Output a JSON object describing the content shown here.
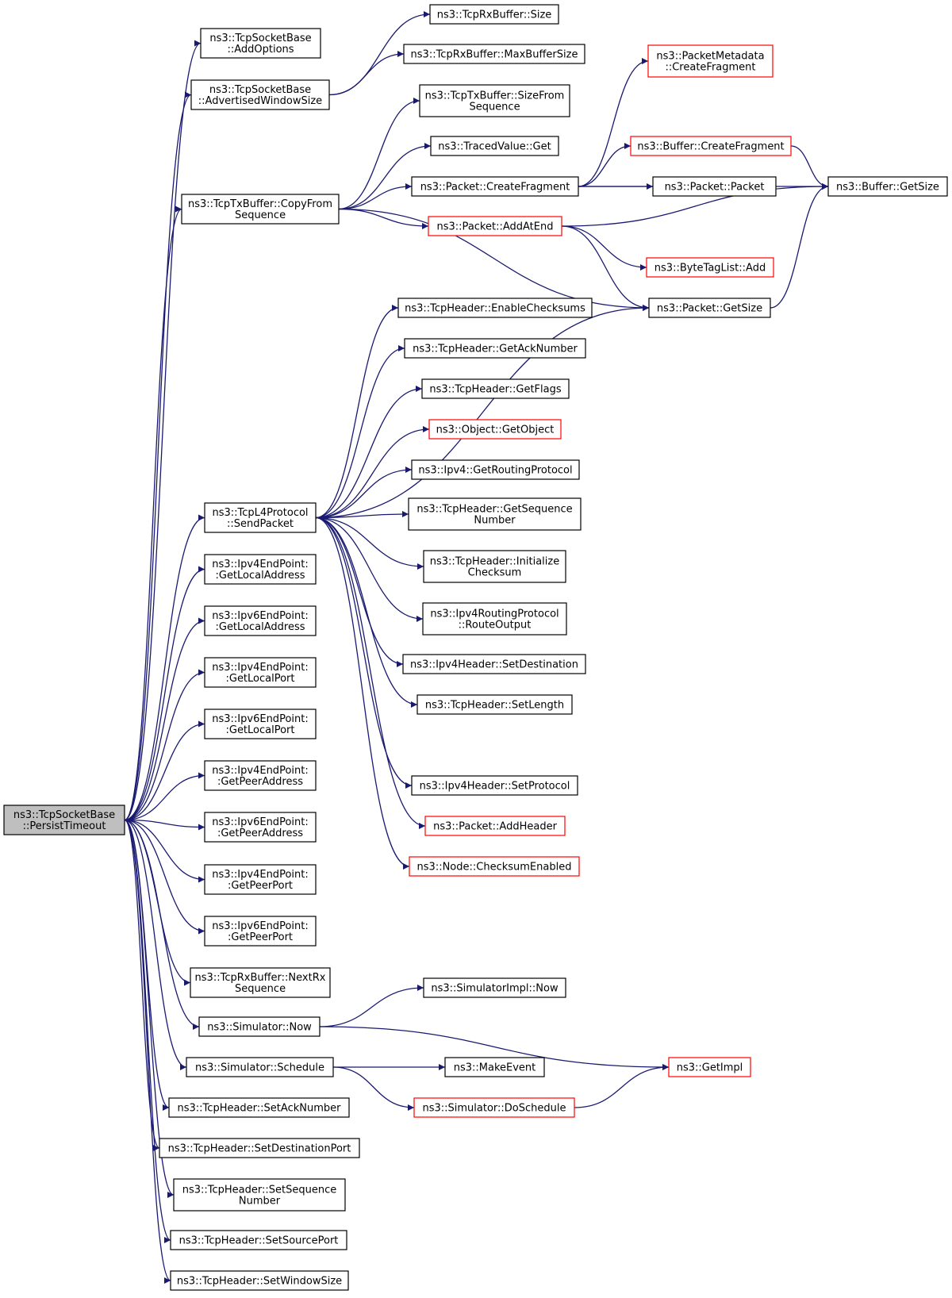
{
  "nodes": [
    {
      "id": "root",
      "label": [
        "ns3::TcpSocketBase",
        "::PersistTimeout"
      ],
      "style": "root"
    },
    {
      "id": "addOptions",
      "label": [
        "ns3::TcpSocketBase",
        "::AddOptions"
      ],
      "style": "normal"
    },
    {
      "id": "advWindow",
      "label": [
        "ns3::TcpSocketBase",
        "::AdvertisedWindowSize"
      ],
      "style": "normal"
    },
    {
      "id": "rxSize",
      "label": [
        "ns3::TcpRxBuffer::Size"
      ],
      "style": "normal"
    },
    {
      "id": "rxMaxBuf",
      "label": [
        "ns3::TcpRxBuffer::MaxBufferSize"
      ],
      "style": "normal"
    },
    {
      "id": "pmCreateFrag",
      "label": [
        "ns3::PacketMetadata",
        "::CreateFragment"
      ],
      "style": "red"
    },
    {
      "id": "txSizeFrom",
      "label": [
        "ns3::TcpTxBuffer::SizeFrom",
        "Sequence"
      ],
      "style": "normal"
    },
    {
      "id": "tracedGet",
      "label": [
        "ns3::TracedValue::Get"
      ],
      "style": "normal"
    },
    {
      "id": "bufCreateFrag",
      "label": [
        "ns3::Buffer::CreateFragment"
      ],
      "style": "red"
    },
    {
      "id": "pktCreateFrag",
      "label": [
        "ns3::Packet::CreateFragment"
      ],
      "style": "normal"
    },
    {
      "id": "pktPacket",
      "label": [
        "ns3::Packet::Packet"
      ],
      "style": "normal"
    },
    {
      "id": "bufGetSize",
      "label": [
        "ns3::Buffer::GetSize"
      ],
      "style": "normal"
    },
    {
      "id": "txCopyFrom",
      "label": [
        "ns3::TcpTxBuffer::CopyFrom",
        "Sequence"
      ],
      "style": "normal"
    },
    {
      "id": "pktAddAtEnd",
      "label": [
        "ns3::Packet::AddAtEnd"
      ],
      "style": "red"
    },
    {
      "id": "byteTagAdd",
      "label": [
        "ns3::ByteTagList::Add"
      ],
      "style": "red"
    },
    {
      "id": "pktGetSize",
      "label": [
        "ns3::Packet::GetSize"
      ],
      "style": "normal"
    },
    {
      "id": "hdrEnableCk",
      "label": [
        "ns3::TcpHeader::EnableChecksums"
      ],
      "style": "normal"
    },
    {
      "id": "hdrGetAck",
      "label": [
        "ns3::TcpHeader::GetAckNumber"
      ],
      "style": "normal"
    },
    {
      "id": "hdrGetFlags",
      "label": [
        "ns3::TcpHeader::GetFlags"
      ],
      "style": "normal"
    },
    {
      "id": "objGetObject",
      "label": [
        "ns3::Object::GetObject"
      ],
      "style": "red"
    },
    {
      "id": "ipv4GetRP",
      "label": [
        "ns3::Ipv4::GetRoutingProtocol"
      ],
      "style": "normal"
    },
    {
      "id": "hdrGetSeq",
      "label": [
        "ns3::TcpHeader::GetSequence",
        "Number"
      ],
      "style": "normal"
    },
    {
      "id": "l4SendPacket",
      "label": [
        "ns3::TcpL4Protocol",
        "::SendPacket"
      ],
      "style": "normal"
    },
    {
      "id": "hdrInitCk",
      "label": [
        "ns3::TcpHeader::Initialize",
        "Checksum"
      ],
      "style": "normal"
    },
    {
      "id": "ipv4RouteOut",
      "label": [
        "ns3::Ipv4RoutingProtocol",
        "::RouteOutput"
      ],
      "style": "normal"
    },
    {
      "id": "ipv4HdrSetDest",
      "label": [
        "ns3::Ipv4Header::SetDestination"
      ],
      "style": "normal"
    },
    {
      "id": "hdrSetLength",
      "label": [
        "ns3::TcpHeader::SetLength"
      ],
      "style": "normal"
    },
    {
      "id": "ipv4HdrSetProto",
      "label": [
        "ns3::Ipv4Header::SetProtocol"
      ],
      "style": "normal"
    },
    {
      "id": "pktAddHeader",
      "label": [
        "ns3::Packet::AddHeader"
      ],
      "style": "red"
    },
    {
      "id": "nodeCkEnabled",
      "label": [
        "ns3::Node::ChecksumEnabled"
      ],
      "style": "red"
    },
    {
      "id": "ep4LocalAddr",
      "label": [
        "ns3::Ipv4EndPoint:",
        ":GetLocalAddress"
      ],
      "style": "normal"
    },
    {
      "id": "ep6LocalAddr",
      "label": [
        "ns3::Ipv6EndPoint:",
        ":GetLocalAddress"
      ],
      "style": "normal"
    },
    {
      "id": "ep4LocalPort",
      "label": [
        "ns3::Ipv4EndPoint:",
        ":GetLocalPort"
      ],
      "style": "normal"
    },
    {
      "id": "ep6LocalPort",
      "label": [
        "ns3::Ipv6EndPoint:",
        ":GetLocalPort"
      ],
      "style": "normal"
    },
    {
      "id": "ep4PeerAddr",
      "label": [
        "ns3::Ipv4EndPoint:",
        ":GetPeerAddress"
      ],
      "style": "normal"
    },
    {
      "id": "ep6PeerAddr",
      "label": [
        "ns3::Ipv6EndPoint:",
        ":GetPeerAddress"
      ],
      "style": "normal"
    },
    {
      "id": "ep4PeerPort",
      "label": [
        "ns3::Ipv4EndPoint:",
        ":GetPeerPort"
      ],
      "style": "normal"
    },
    {
      "id": "ep6PeerPort",
      "label": [
        "ns3::Ipv6EndPoint:",
        ":GetPeerPort"
      ],
      "style": "normal"
    },
    {
      "id": "rxNextRx",
      "label": [
        "ns3::TcpRxBuffer::NextRx",
        "Sequence"
      ],
      "style": "normal"
    },
    {
      "id": "simImplNow",
      "label": [
        "ns3::SimulatorImpl::Now"
      ],
      "style": "normal"
    },
    {
      "id": "simNow",
      "label": [
        "ns3::Simulator::Now"
      ],
      "style": "normal"
    },
    {
      "id": "getImpl",
      "label": [
        "ns3::GetImpl"
      ],
      "style": "red"
    },
    {
      "id": "simSchedule",
      "label": [
        "ns3::Simulator::Schedule"
      ],
      "style": "normal"
    },
    {
      "id": "makeEvent",
      "label": [
        "ns3::MakeEvent"
      ],
      "style": "normal"
    },
    {
      "id": "simDoSchedule",
      "label": [
        "ns3::Simulator::DoSchedule"
      ],
      "style": "red"
    },
    {
      "id": "hdrSetAck",
      "label": [
        "ns3::TcpHeader::SetAckNumber"
      ],
      "style": "normal"
    },
    {
      "id": "hdrSetDestPort",
      "label": [
        "ns3::TcpHeader::SetDestinationPort"
      ],
      "style": "normal"
    },
    {
      "id": "hdrSetSeq",
      "label": [
        "ns3::TcpHeader::SetSequence",
        "Number"
      ],
      "style": "normal"
    },
    {
      "id": "hdrSetSrcPort",
      "label": [
        "ns3::TcpHeader::SetSourcePort"
      ],
      "style": "normal"
    },
    {
      "id": "hdrSetWin",
      "label": [
        "ns3::TcpHeader::SetWindowSize"
      ],
      "style": "normal"
    }
  ],
  "edges": [
    [
      "root",
      "addOptions"
    ],
    [
      "root",
      "advWindow"
    ],
    [
      "root",
      "txCopyFrom"
    ],
    [
      "root",
      "l4SendPacket"
    ],
    [
      "root",
      "ep4LocalAddr"
    ],
    [
      "root",
      "ep6LocalAddr"
    ],
    [
      "root",
      "ep4LocalPort"
    ],
    [
      "root",
      "ep6LocalPort"
    ],
    [
      "root",
      "ep4PeerAddr"
    ],
    [
      "root",
      "ep6PeerAddr"
    ],
    [
      "root",
      "ep4PeerPort"
    ],
    [
      "root",
      "ep6PeerPort"
    ],
    [
      "root",
      "rxNextRx"
    ],
    [
      "root",
      "simNow"
    ],
    [
      "root",
      "simSchedule"
    ],
    [
      "root",
      "hdrSetAck"
    ],
    [
      "root",
      "hdrSetDestPort"
    ],
    [
      "root",
      "hdrSetSeq"
    ],
    [
      "root",
      "hdrSetSrcPort"
    ],
    [
      "root",
      "hdrSetWin"
    ],
    [
      "advWindow",
      "rxSize"
    ],
    [
      "advWindow",
      "rxMaxBuf"
    ],
    [
      "txCopyFrom",
      "txSizeFrom"
    ],
    [
      "txCopyFrom",
      "tracedGet"
    ],
    [
      "txCopyFrom",
      "pktCreateFrag"
    ],
    [
      "txCopyFrom",
      "pktAddAtEnd"
    ],
    [
      "txCopyFrom",
      "pktGetSize"
    ],
    [
      "pktCreateFrag",
      "pmCreateFrag"
    ],
    [
      "pktCreateFrag",
      "bufCreateFrag"
    ],
    [
      "pktCreateFrag",
      "pktPacket"
    ],
    [
      "pktCreateFrag",
      "bufGetSize"
    ],
    [
      "bufCreateFrag",
      "bufGetSize"
    ],
    [
      "pktAddAtEnd",
      "bufGetSize"
    ],
    [
      "pktAddAtEnd",
      "byteTagAdd"
    ],
    [
      "pktAddAtEnd",
      "pktGetSize"
    ],
    [
      "pktGetSize",
      "bufGetSize"
    ],
    [
      "l4SendPacket",
      "hdrEnableCk"
    ],
    [
      "l4SendPacket",
      "hdrGetAck"
    ],
    [
      "l4SendPacket",
      "hdrGetFlags"
    ],
    [
      "l4SendPacket",
      "objGetObject"
    ],
    [
      "l4SendPacket",
      "ipv4GetRP"
    ],
    [
      "l4SendPacket",
      "hdrGetSeq"
    ],
    [
      "l4SendPacket",
      "hdrInitCk"
    ],
    [
      "l4SendPacket",
      "ipv4RouteOut"
    ],
    [
      "l4SendPacket",
      "ipv4HdrSetDest"
    ],
    [
      "l4SendPacket",
      "hdrSetLength"
    ],
    [
      "l4SendPacket",
      "pktGetSize"
    ],
    [
      "l4SendPacket",
      "ipv4HdrSetProto"
    ],
    [
      "l4SendPacket",
      "pktAddHeader"
    ],
    [
      "l4SendPacket",
      "nodeCkEnabled"
    ],
    [
      "simNow",
      "simImplNow"
    ],
    [
      "simNow",
      "getImpl"
    ],
    [
      "simSchedule",
      "makeEvent"
    ],
    [
      "simSchedule",
      "simDoSchedule"
    ],
    [
      "simDoSchedule",
      "getImpl"
    ]
  ],
  "colors": {
    "edge": "#191970",
    "red_border": "#ff0000",
    "root_fill": "#bfbfbf"
  }
}
